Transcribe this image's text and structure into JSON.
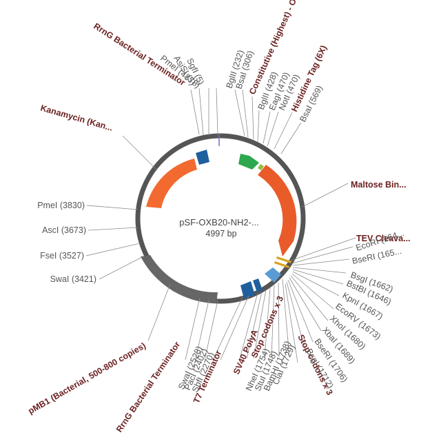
{
  "plasmid": {
    "name": "pSF-OXB20-NH2-...",
    "size": "4997 bp"
  },
  "colors": {
    "ring": "#555555",
    "kanamycin": "#f26a30",
    "maltose": "#ea5b2a",
    "terminator": "#1f5f9e",
    "promoter": "#2ea84e",
    "origin": "#666666",
    "his_tag": "#8fbf3a",
    "tev": "#d6a21a",
    "t7": "#5a9bd6",
    "site_marker": "#7a6bc8"
  },
  "features": [
    {
      "id": "kan",
      "label": "Kanamycin (Kan..."
    },
    {
      "id": "rrng_top",
      "label": "RrnG Bacterial Terminator"
    },
    {
      "id": "oxb20",
      "label": "Constitutive (Highest) - OXB20"
    },
    {
      "id": "his",
      "label": "Histidine Tag (6X)"
    },
    {
      "id": "mbp",
      "label": "Maltose Bin..."
    },
    {
      "id": "tev",
      "label": "TEV Cleava..."
    },
    {
      "id": "stop1",
      "label": "Stop codons x 3"
    },
    {
      "id": "stop2",
      "label": "Stop codons x 3"
    },
    {
      "id": "sv40",
      "label": "SV40 PolyA"
    },
    {
      "id": "t7",
      "label": "T7 Terminator"
    },
    {
      "id": "rrng_bottom",
      "label": "RrnG Bacterial Terminator"
    },
    {
      "id": "pmb1",
      "label": "pMB1 (Bacterial, 500-800 copies)"
    }
  ],
  "sites": [
    {
      "id": "pmei_top",
      "label": "PmeI (4878)"
    },
    {
      "id": "asisi",
      "label": "AsiSI (5)"
    },
    {
      "id": "sgfi",
      "label": "SgfI (5)"
    },
    {
      "id": "bglii_232",
      "label": "BglII (232)"
    },
    {
      "id": "bsai_306",
      "label": "BsaI (306)"
    },
    {
      "id": "bglii_428",
      "label": "BglII (428)"
    },
    {
      "id": "eagi",
      "label": "EagI (470)"
    },
    {
      "id": "noti",
      "label": "NotI (470)"
    },
    {
      "id": "bsai_569",
      "label": "BsaI (569)"
    },
    {
      "id": "ecori",
      "label": "EcoRI (164..."
    },
    {
      "id": "bseri_165",
      "label": "BseRI (165..."
    },
    {
      "id": "bsgi_1662",
      "label": "BsgI (1662)"
    },
    {
      "id": "bstbi",
      "label": "BstBI (1646)"
    },
    {
      "id": "kpni",
      "label": "KpnI (1667)"
    },
    {
      "id": "ecorv",
      "label": "EcoRV (1673)"
    },
    {
      "id": "xhoi",
      "label": "XhoI (1680)"
    },
    {
      "id": "xbai",
      "label": "XbaI (1689)"
    },
    {
      "id": "bseri_1706",
      "label": "BseRI (1706)"
    },
    {
      "id": "bsgi_1712",
      "label": "BsgI (1712)"
    },
    {
      "id": "clai",
      "label": "ClaI (1729)"
    },
    {
      "id": "bamhi",
      "label": "BamHI (1738)"
    },
    {
      "id": "stui",
      "label": "StuI (1748)"
    },
    {
      "id": "nhei",
      "label": "NheI (1754)"
    },
    {
      "id": "sbfi",
      "label": "SbfI (2270)"
    },
    {
      "id": "paci",
      "label": "PacI (2402)"
    },
    {
      "id": "swai_2528",
      "label": "SwaI (2528)"
    },
    {
      "id": "swai_3421",
      "label": "SwaI (3421)"
    },
    {
      "id": "fsei",
      "label": "FseI (3527)"
    },
    {
      "id": "asci",
      "label": "AscI (3673)"
    },
    {
      "id": "pmei_3830",
      "label": "PmeI (3830)"
    }
  ]
}
